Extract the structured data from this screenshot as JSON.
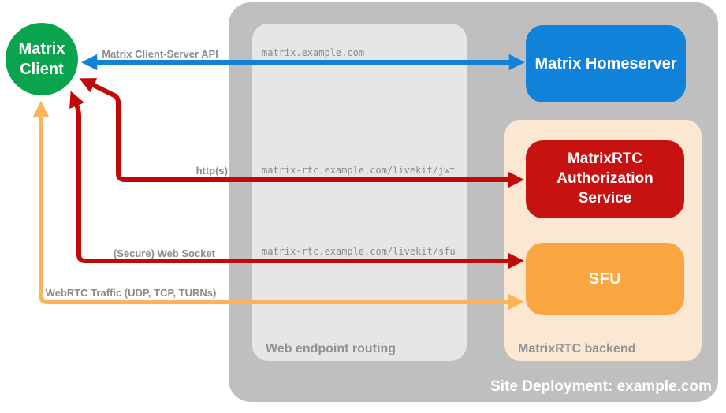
{
  "colors": {
    "blue": "#1182d9",
    "green": "#0aa34e",
    "red_box": "#c81111",
    "red_arrow": "#c00a08",
    "orange_box": "#faa640",
    "orange_arrow": "#fbb45c",
    "container_gray": "#bfbfbf",
    "panel_gray": "#e6e6e6",
    "backend_peach": "#fce8d2"
  },
  "nodes": {
    "client": {
      "label": "Matrix Client"
    },
    "homeserver": {
      "label": "Matrix Homeserver"
    },
    "auth_service": {
      "label": "MatrixRTC Authorization Service"
    },
    "sfu": {
      "label": "SFU"
    }
  },
  "containers": {
    "site_deployment": {
      "caption": "Site Deployment: example.com"
    },
    "web_endpoint_routing": {
      "caption": "Web endpoint routing"
    },
    "matrixrtc_backend": {
      "caption": "MatrixRTC backend"
    }
  },
  "connections": {
    "client_server_api": {
      "label": "Matrix Client-Server API",
      "endpoint": "matrix.example.com"
    },
    "http": {
      "label": "http(s)",
      "endpoint": "matrix-rtc.example.com/livekit/jwt"
    },
    "websocket": {
      "label": "(Secure) Web Socket",
      "endpoint": "matrix-rtc.example.com/livekit/sfu"
    },
    "webrtc": {
      "label": "WebRTC Traffic (UDP, TCP, TURNs)"
    }
  }
}
